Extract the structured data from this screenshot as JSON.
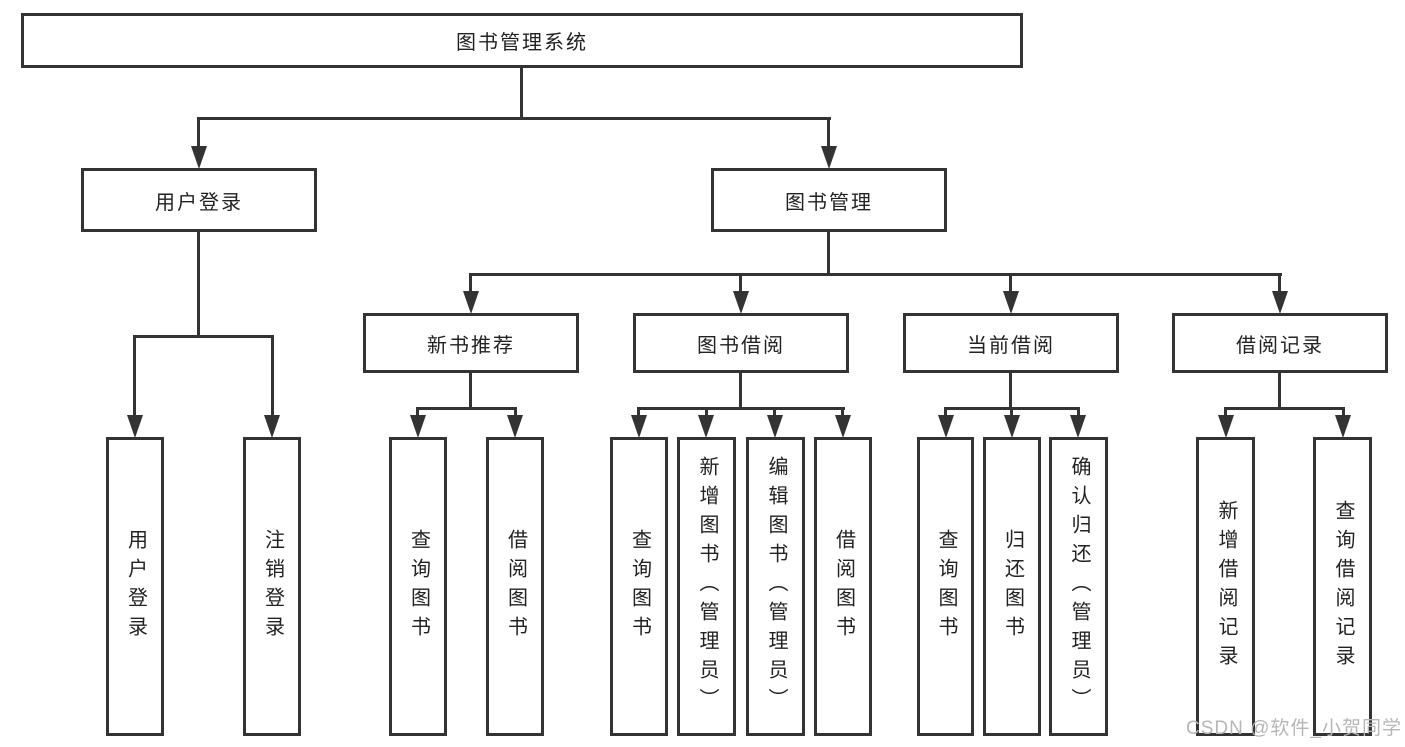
{
  "tree": {
    "root": {
      "label": "图书管理系统"
    },
    "branches": [
      {
        "label": "用户登录",
        "children": [
          {
            "label": "用户登录"
          },
          {
            "label": "注销登录"
          }
        ]
      },
      {
        "label": "图书管理",
        "children": [
          {
            "label": "新书推荐",
            "children": [
              {
                "label": "查询图书"
              },
              {
                "label": "借阅图书"
              }
            ]
          },
          {
            "label": "图书借阅",
            "children": [
              {
                "label": "查询图书"
              },
              {
                "label": "新增图书（管理员）"
              },
              {
                "label": "编辑图书（管理员）"
              },
              {
                "label": "借阅图书"
              }
            ]
          },
          {
            "label": "当前借阅",
            "children": [
              {
                "label": "查询图书"
              },
              {
                "label": "归还图书"
              },
              {
                "label": "确认归还（管理员）"
              }
            ]
          },
          {
            "label": "借阅记录",
            "children": [
              {
                "label": "新增借阅记录"
              },
              {
                "label": "查询借阅记录"
              }
            ]
          }
        ]
      }
    ]
  },
  "watermark": "CSDN @软件_小贺同学",
  "colors": {
    "line": "#333333",
    "text": "#222222",
    "watermark": "#b6b6b6",
    "background": "#ffffff"
  }
}
